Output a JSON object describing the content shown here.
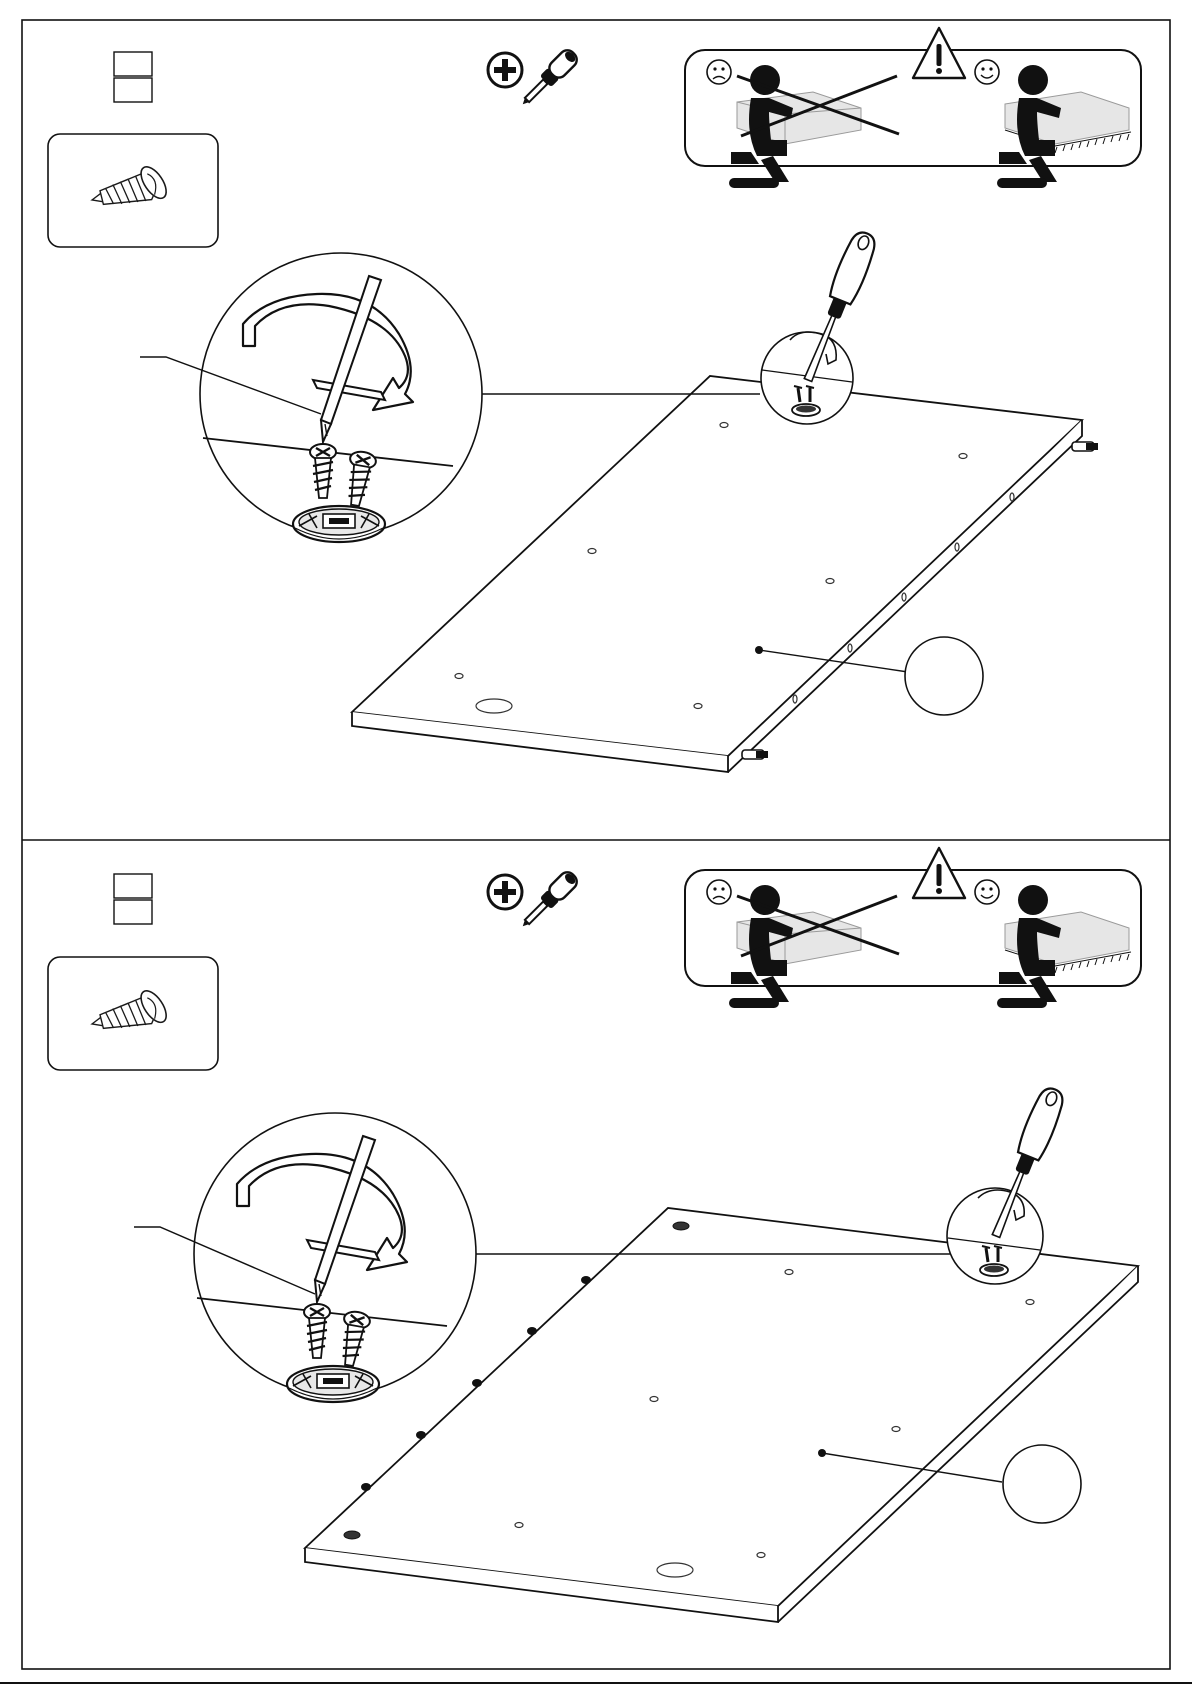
{
  "document": {
    "steps": [
      {
        "step_number": "",
        "quantity": "",
        "part_label": "",
        "tools": [
          "phillips-screwdriver"
        ],
        "warning": "work-on-soft-surface",
        "board_orientation": "edge-pins-facing-right"
      },
      {
        "step_number": "",
        "quantity": "",
        "part_label": "",
        "tools": [
          "phillips-screwdriver"
        ],
        "warning": "work-on-soft-surface",
        "board_orientation": "edge-pins-facing-left"
      }
    ],
    "icons": [
      "plus-icon",
      "screwdriver-icon",
      "warning-icon",
      "sad-face-icon",
      "happy-face-icon",
      "screw-icon"
    ]
  }
}
